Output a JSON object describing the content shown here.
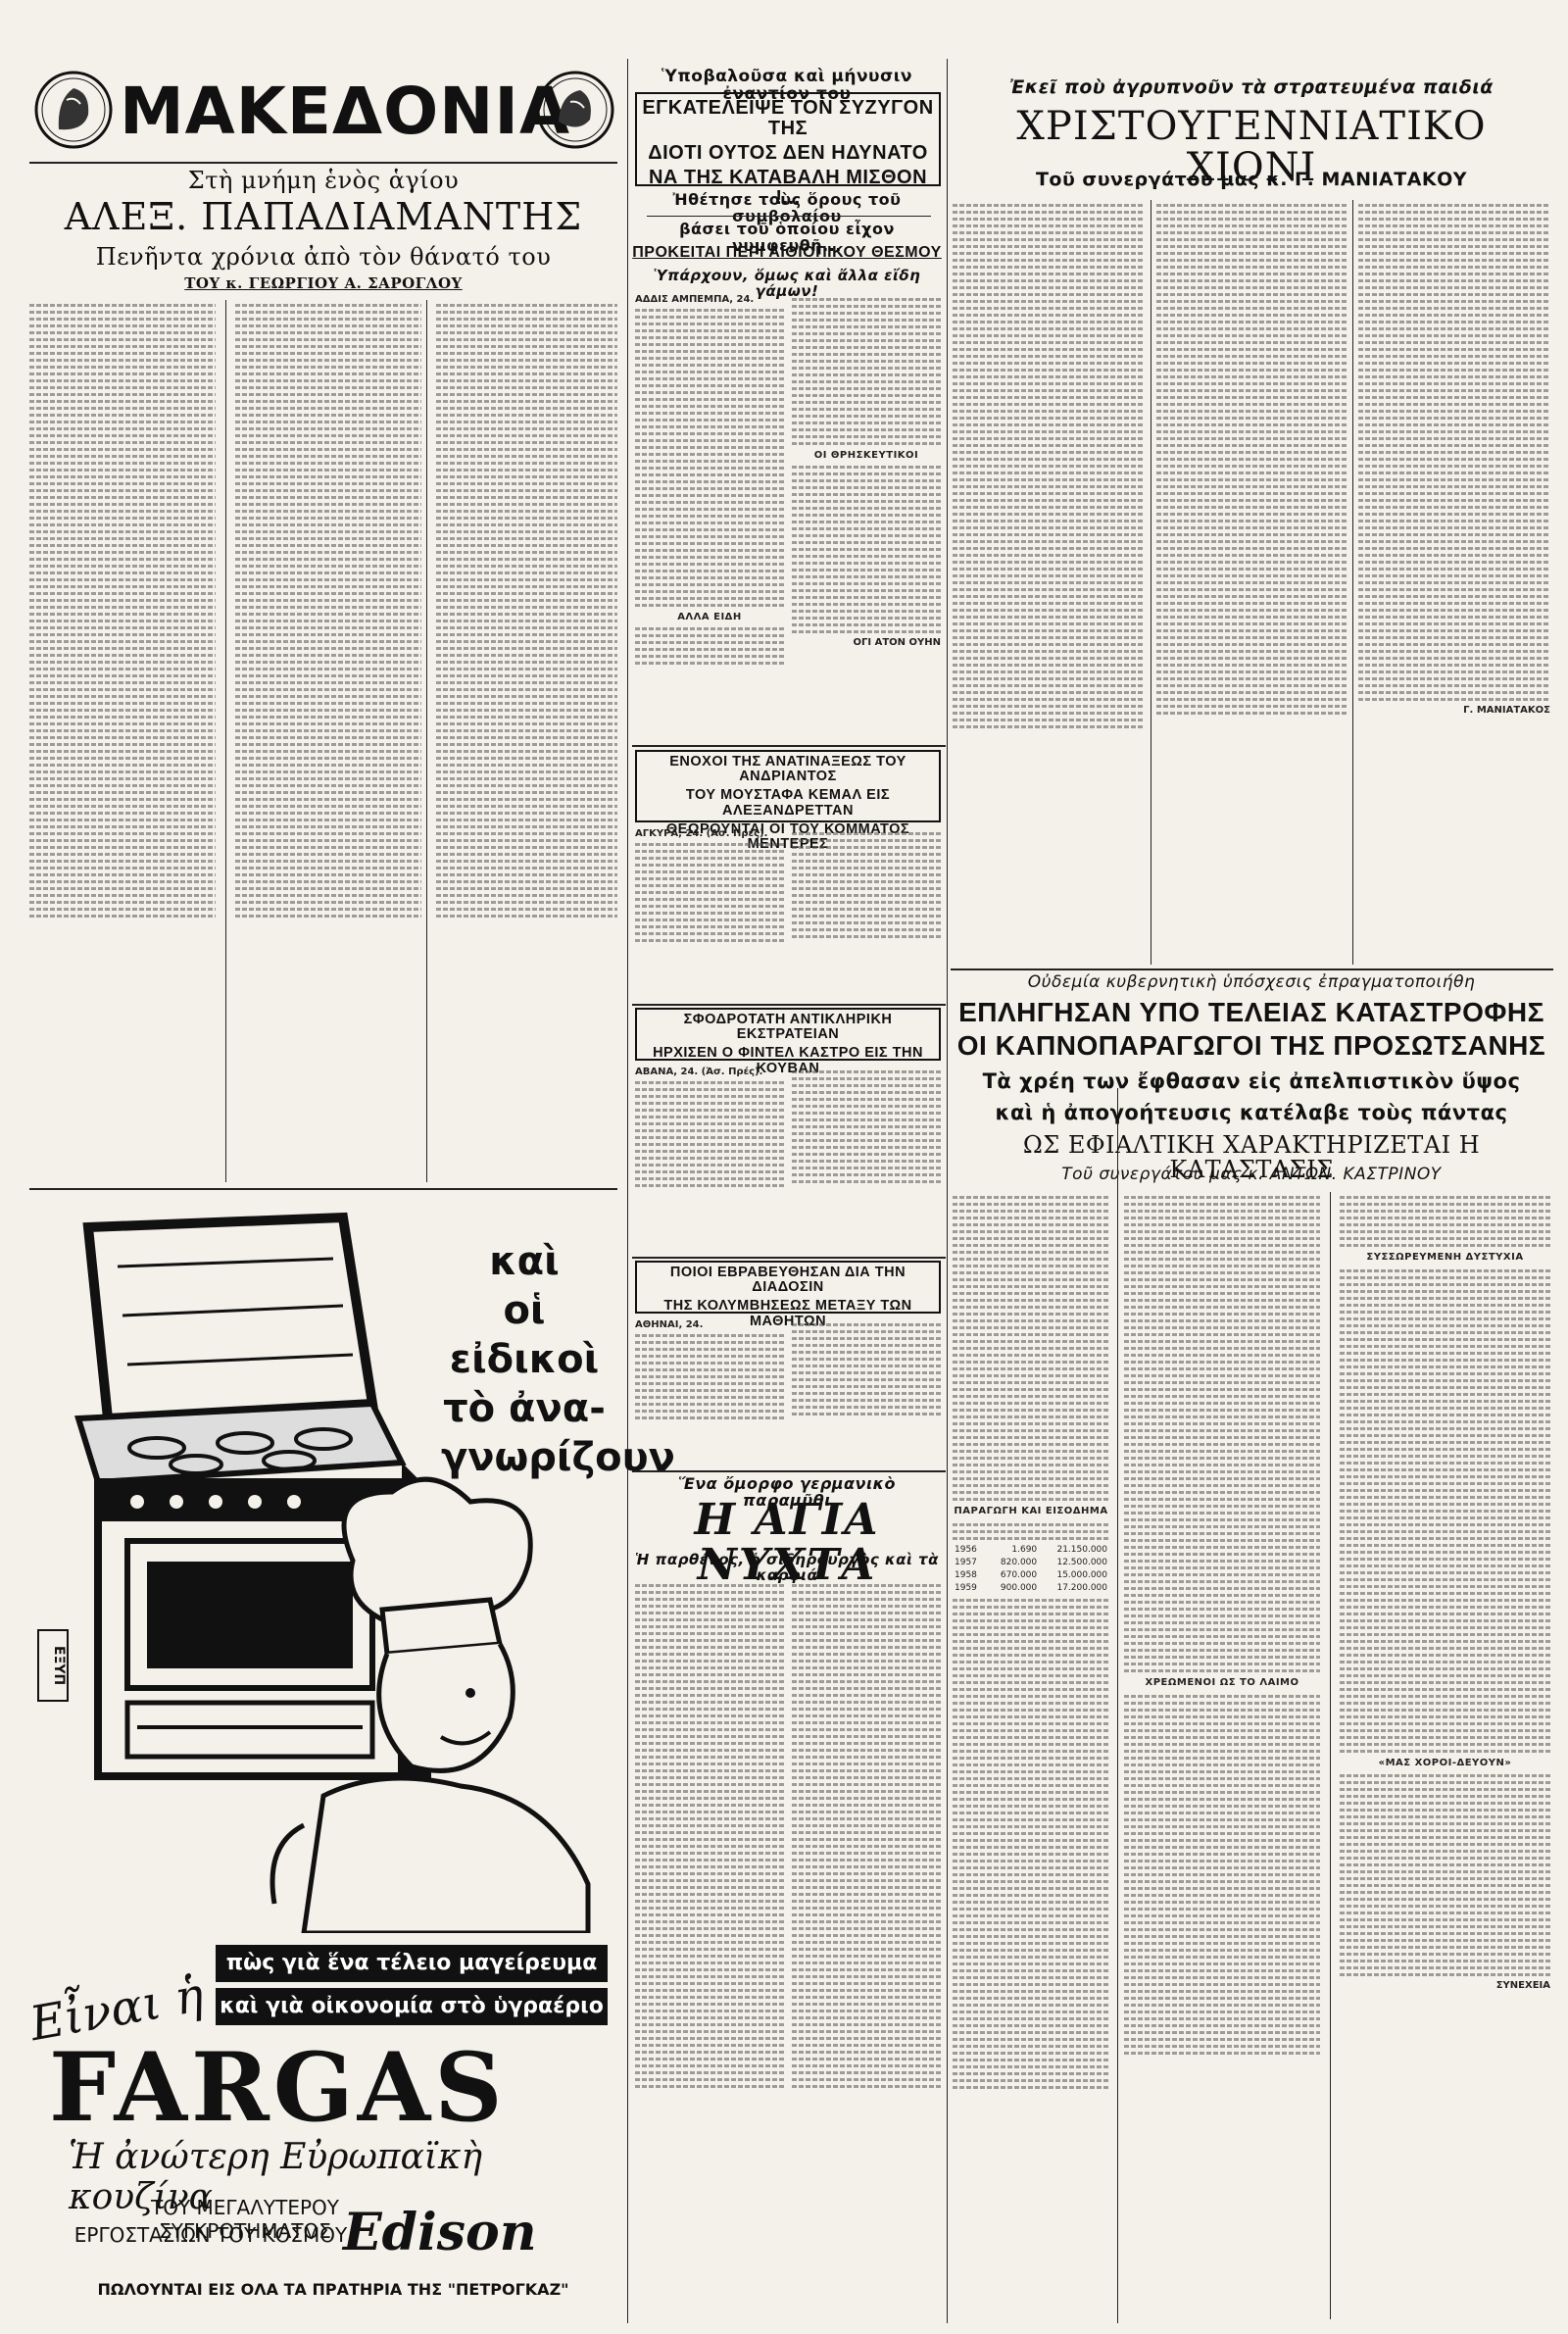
{
  "masthead": {
    "title": "ΜΑΚΕΔΟΝΙΑ"
  },
  "papadiamantis": {
    "kicker": "Στὴ μνήμη ἑνὸς ἁγίου",
    "headline": "ΑΛΕΞ. ΠΑΠΑΔΙΑΜΑΝΤΗΣ",
    "subhead": "Πενῆντα χρόνια ἀπὸ τὸν θάνατό του",
    "byline": "ΤΟΥ κ. ΓΕΩΡΓΙΟΥ Α. ΣΑΡΟΓΛΟΥ"
  },
  "divorce": {
    "kicker": "Ὑποβαλοῦσα καὶ μήνυσιν ἐναντίον του",
    "headline_1": "ΕΓΚΑΤΕΛΕΙΨΕ ΤΟΝ ΣΥΖΥΓΟΝ ΤΗΣ",
    "headline_2": "ΔΙΟΤΙ ΟΥΤΟΣ ΔΕΝ ΗΔΥΝΑΤΟ",
    "headline_3": "ΝΑ ΤΗΣ ΚΑΤΑΒΑΛΗ ΜΙΣΘΟΝ !...",
    "sub_1": "Ἠθέτησε τοὺς ὅρους τοῦ συμβολαίου",
    "sub_2": "βάσει τοῦ ὁποίου εἶχον νυμφευθῆ...",
    "section": "ΠΡΟΚΕΙΤΑΙ ΠΕΡΙ ΑΙΘΙΟΠΙΚΟΥ ΘΕΣΜΟΥ",
    "section_sub": "Ὑπάρχουν, ὅμως καὶ ἄλλα εἴδη γάμων!",
    "dateline": "ΑΔΔΙΣ ΑΜΠΕΜΠΑ, 24.",
    "crosshead_1": "ΟΙ ΘΡΗΣΚΕΥΤΙΚΟΙ",
    "crosshead_2": "ΑΛΛΑ ΕΙΔΗ",
    "signature": "ΟΓΙ ΑΤΟΝ ΟΥΗΝ"
  },
  "snow": {
    "kicker": "Ἐκεῖ ποὺ ἀγρυπνοῦν τὰ στρατευμένα παιδιά",
    "headline": "ΧΡΙΣΤΟΥΓΕΝΝΙΑΤΙΚΟ ΧΙΟΝΙ",
    "byline": "Τοῦ συνεργάτου μας κ. Γ. ΜΑΝΙΑΤΑΚΟΥ",
    "signature": "Γ. ΜΑΝΙΑΤΑΚΟΣ"
  },
  "ataturk": {
    "headline_1": "ΕΝΟΧΟΙ ΤΗΣ ΑΝΑΤΙΝΑΞΕΩΣ ΤΟΥ ΑΝΔΡΙΑΝΤΟΣ",
    "headline_2": "ΤΟΥ ΜΟΥΣΤΑΦΑ ΚΕΜΑΛ ΕΙΣ ΑΛΕΞΑΝΔΡΕΤΤΑΝ",
    "headline_3": "ΘΕΩΡΟΥΝΤΑΙ ΟΙ ΤΟΥ ΚΟΜΜΑΤΟΣ ΜΕΝΤΕΡΕΣ",
    "dateline": "ΑΓΚΥΡΑ, 24. (Ἀσ. Πρές)."
  },
  "cuba": {
    "headline_1": "ΣΦΟΔΡΟΤΑΤΗ ΑΝΤΙΚΛΗΡΙΚΗ ΕΚΣΤΡΑΤΕΙΑΝ",
    "headline_2": "ΗΡΧΙΣΕΝ Ο ΦΙΝΤΕΛ ΚΑΣΤΡΟ ΕΙΣ ΤΗΝ ΚΟΥΒΑΝ",
    "dateline": "ΑΒΑΝΑ, 24. (Ἀσ. Πρές)."
  },
  "swimmers": {
    "headline_1": "ΠΟΙΟΙ ΕΒΡΑΒΕΥΘΗΣΑΝ ΔΙΑ ΤΗΝ ΔΙΑΔΟΣΙΝ",
    "headline_2": "ΤΗΣ ΚΟΛΥΜΒΗΣΕΩΣ ΜΕΤΑΞΥ ΤΩΝ ΜΑΘΗΤΩΝ",
    "dateline": "ΑΘΗΝΑΙ, 24."
  },
  "holynight": {
    "kicker": "Ἕνα ὄμορφο γερμανικὸ παραμῦθι",
    "headline": "Η ΑΓΙΑ ΝΥΧΤΑ",
    "subhead": "Ἡ παρθένος, ὁ σιδηρουργὸς καὶ τὰ καρφιά"
  },
  "tobacco": {
    "kicker": "Οὐδεμία κυβερνητικὴ ὑπόσχεσις ἐπραγματοποιήθη",
    "headline_1": "ΕΠΛΗΓΗΣΑΝ ΥΠΟ ΤΕΛΕΙΑΣ ΚΑΤΑΣΤΡΟΦΗΣ",
    "headline_2": "ΟΙ ΚΑΠΝΟΠΑΡΑΓΩΓΟΙ ΤΗΣ ΠΡΟΣΩΤΣΑΝΗΣ",
    "sub_1": "Τὰ χρέη των ἔφθασαν εἰς ἀπελπιστικὸν ὕψος",
    "sub_2": "καὶ ἡ ἀπογοήτευσις κατέλαβε τοὺς πάντας",
    "sub_3": "ΩΣ ΕΦΙΑΛΤΙΚΗ ΧΑΡΑΚΤΗΡΙΖΕΤΑΙ Η ΚΑΤΑΣΤΑΣΙΣ",
    "byline": "Τοῦ συνεργάτου μας κ. ΑΝΤΩΝ. ΚΑΣΤΡΙΝΟΥ",
    "crosshead_1": "ΠΑΡΑΓΩΓΗ ΚΑΙ ΕΙΣΟΔΗΜΑ",
    "crosshead_2": "ΣΥΣΣΩΡΕΥΜΕΝΗ ΔΥΣΤΥΧΙΑ",
    "crosshead_3": "ΧΡΕΩΜΕΝΟΙ ΩΣ ΤΟ ΛΑΙΜΟ",
    "crosshead_4": "«ΜΑΣ ΧΟΡΟΙ-ΔΕΥΟΥΝ»",
    "continued": "ΣΥΝΕΧΕΙΑ",
    "table": [
      [
        "1956",
        "1.690",
        "21.150.000"
      ],
      [
        "1957",
        "820.000",
        "12.500.000"
      ],
      [
        "1958",
        "670.000",
        "15.000.000"
      ],
      [
        "1959",
        "900.000",
        "17.200.000"
      ]
    ]
  },
  "ad": {
    "slogan_1": "καὶ",
    "slogan_2": "οἱ",
    "slogan_3": "εἰδικοὶ",
    "slogan_4": "τὸ ἀνα-",
    "slogan_5": "γνωρίζουν",
    "oven_mark": "ΕΞΥΠ",
    "band_1": "πὼς γιὰ ἕνα τέλειο μαγείρευμα",
    "band_2": "καὶ γιὰ οἰκονομία στὸ ὑγραέριο",
    "script": "Εἶναι ἡ",
    "brand": "FARGAS",
    "tagline": "Ἡ ἀνώτερη Εὐρωπαϊκὴ κουζίνα",
    "line_1": "ΤΟΥ ΜΕΓΑΛΥΤΕΡΟΥ ΣΥΓΚΡΟΤΗΜΑΤΟΣ",
    "line_2": "ΕΡΓΟΣΤΑΣΙΩΝ ΤΟΥ ΚΟΣΜΟΥ",
    "edison": "Edison",
    "footer": "ΠΩΛΟΥΝΤΑΙ ΕΙΣ ΟΛΑ ΤΑ ΠΡΑΤΗΡΙΑ ΤΗΣ \"ΠΕΤΡΟΓΚΑΖ\""
  }
}
